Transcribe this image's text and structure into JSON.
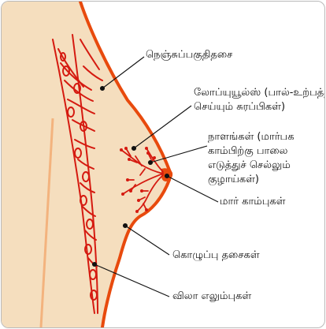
{
  "labels": {
    "pectoral_muscle": "நெஞ்சுப்பகுதிதசை",
    "lobules_line1": "லோப்யுயூல்ஸ் (பால்-உற்பத்தி",
    "lobules_line2": "செய்யும் சுரப்பிகள்)",
    "ducts_line1": "நாளங்கள் (மார்பக",
    "ducts_line2": "காம்பிற்கு பாலை",
    "ducts_line3": "எடுத்துச் செல்லும்",
    "ducts_line4": "குழாய்கள்)",
    "nipple": "மார் காம்புகள்",
    "fatty_tissue": "கொழுப்பு தசைகள்",
    "ribs": "விலா எலும்புகள்"
  },
  "colors": {
    "skin": "#f5debe",
    "outline": "#e84a0d",
    "vessel": "#d51a10",
    "rib_line": "#f3b37e",
    "leader": "#111111"
  }
}
